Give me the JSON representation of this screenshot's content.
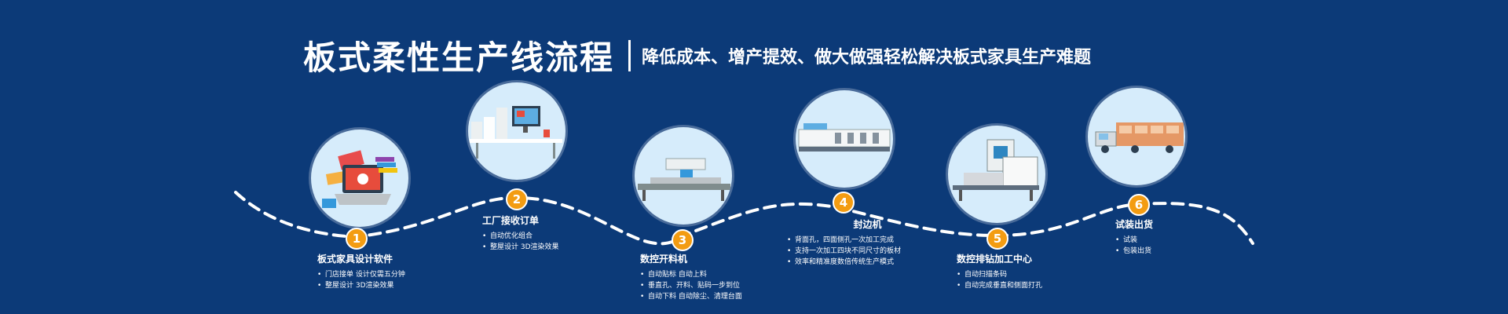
{
  "header": {
    "title": "板式柔性生产线流程",
    "subtitle": "降低成本、增产提效、做大做强轻松解决板式家具生产难题"
  },
  "colors": {
    "background": "#0c3a78",
    "accent": "#f39c12",
    "circle": "#d6ecfb"
  },
  "steps": [
    {
      "number": "1",
      "icon": "laptop-design-icon",
      "title": "板式家具设计软件",
      "items": [
        "门店接单 设计仅需五分钟",
        "整屋设计 3D渲染效果"
      ]
    },
    {
      "number": "2",
      "icon": "order-office-icon",
      "title": "工厂接收订单",
      "items": [
        "自动优化组合",
        "整屋设计 3D渲染效果"
      ]
    },
    {
      "number": "3",
      "icon": "cnc-cutting-machine-icon",
      "title": "数控开料机",
      "items": [
        "自动贴标   自动上料",
        "垂直孔、开料、贴码一步到位",
        "自动下料   自动除尘、清理台面"
      ]
    },
    {
      "number": "4",
      "icon": "edge-banding-machine-icon",
      "title": "封边机",
      "items": [
        "背面孔，四面侧孔一次加工完成",
        "支持一次加工四块不同尺寸的板材",
        "效率和精准度数倍传统生产模式"
      ]
    },
    {
      "number": "5",
      "icon": "drilling-center-icon",
      "title": "数控排钻加工中心",
      "items": [
        "自动扫描条码",
        "自动完成垂直和侧面打孔"
      ]
    },
    {
      "number": "6",
      "icon": "delivery-truck-icon",
      "title": "试装出货",
      "items": [
        "试装",
        "包装出货"
      ]
    }
  ]
}
